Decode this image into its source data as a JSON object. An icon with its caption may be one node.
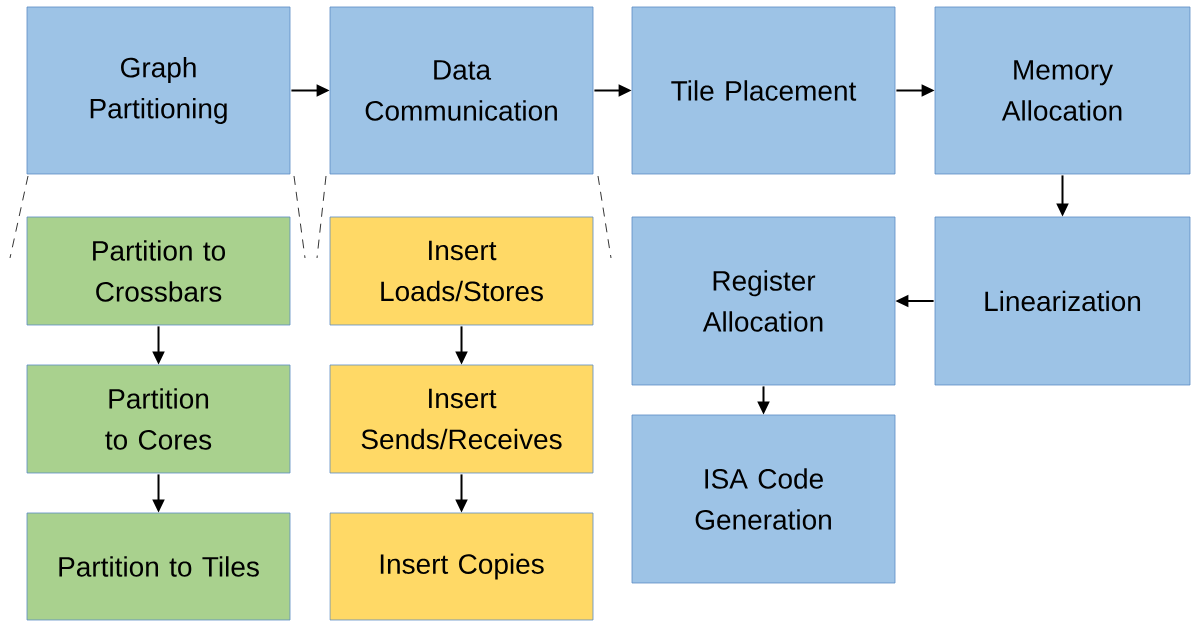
{
  "diagram": {
    "nodes": [
      {
        "text": [
          "Graph Partitioning"
        ]
      },
      {
        "text": [
          "Data Communication"
        ]
      },
      {
        "text": [
          "Tile Placement"
        ]
      },
      {
        "text": [
          "Memory Allocation"
        ]
      },
      {
        "text": [
          "Partition to Crossbars"
        ]
      },
      {
        "text": [
          "Partition to Cores"
        ]
      },
      {
        "text": [
          "Partition to Tiles"
        ]
      },
      {
        "text": [
          "Insert Loads/Stores"
        ]
      },
      {
        "text": [
          "Insert Sends/Receives"
        ]
      },
      {
        "text": [
          "Insert Copies"
        ]
      },
      {
        "text": [
          "Register Allocation"
        ]
      },
      {
        "text": [
          "Linearization"
        ]
      },
      {
        "text": [
          "ISA Code Generation"
        ]
      }
    ],
    "edges": [
      {
        "from": 0,
        "to": 1,
        "arrow": "to"
      },
      {
        "from": 1,
        "to": 2,
        "arrow": "to"
      },
      {
        "from": 2,
        "to": 3,
        "arrow": "to"
      },
      {
        "from": 3,
        "to": 11,
        "arrow": "to"
      },
      {
        "from": 11,
        "to": 10,
        "arrow": "to"
      },
      {
        "from": 10,
        "to": 12,
        "arrow": "to"
      },
      {
        "from": 4,
        "to": 5,
        "arrow": "to"
      },
      {
        "from": 5,
        "to": 6,
        "arrow": "to"
      },
      {
        "from": 7,
        "to": 8,
        "arrow": "to"
      },
      {
        "from": 8,
        "to": 9,
        "arrow": "to"
      }
    ]
  }
}
